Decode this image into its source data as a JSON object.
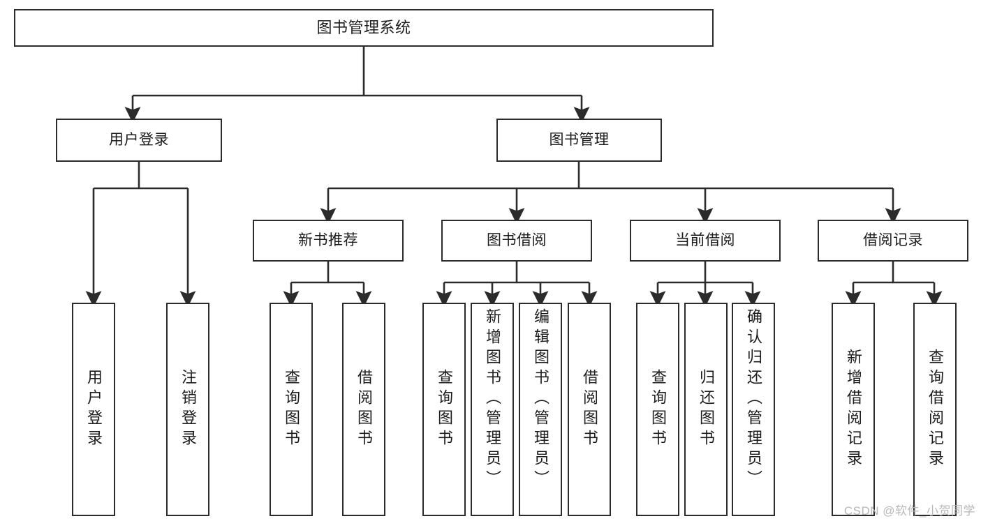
{
  "diagram": {
    "type": "tree-hierarchy",
    "title": "图书管理系统",
    "colors": {
      "stroke": "#2b2b2b",
      "fill": "#ffffff",
      "text": "#1c1c1c",
      "watermark": "#b8b8b8"
    },
    "root": {
      "label": "图书管理系统"
    },
    "level2": [
      {
        "label": "用户登录"
      },
      {
        "label": "图书管理"
      }
    ],
    "level3": [
      {
        "label": "新书推荐"
      },
      {
        "label": "图书借阅"
      },
      {
        "label": "当前借阅"
      },
      {
        "label": "借阅记录"
      }
    ],
    "leaves": {
      "user_login": [
        {
          "label": "用户登录"
        },
        {
          "label": "注销登录"
        }
      ],
      "new_book_recommend": [
        {
          "label": "查询图书"
        },
        {
          "label": "借阅图书"
        }
      ],
      "book_borrow": [
        {
          "label": "查询图书"
        },
        {
          "label": "新增图书（管理员）"
        },
        {
          "label": "编辑图书（管理员）"
        },
        {
          "label": "借阅图书"
        }
      ],
      "current_borrow": [
        {
          "label": "查询图书"
        },
        {
          "label": "归还图书"
        },
        {
          "label": "确认归还（管理员）"
        }
      ],
      "borrow_record": [
        {
          "label": "新增借阅记录"
        },
        {
          "label": "查询借阅记录"
        }
      ]
    },
    "watermark": "CSDN @软件_小贺同学"
  }
}
